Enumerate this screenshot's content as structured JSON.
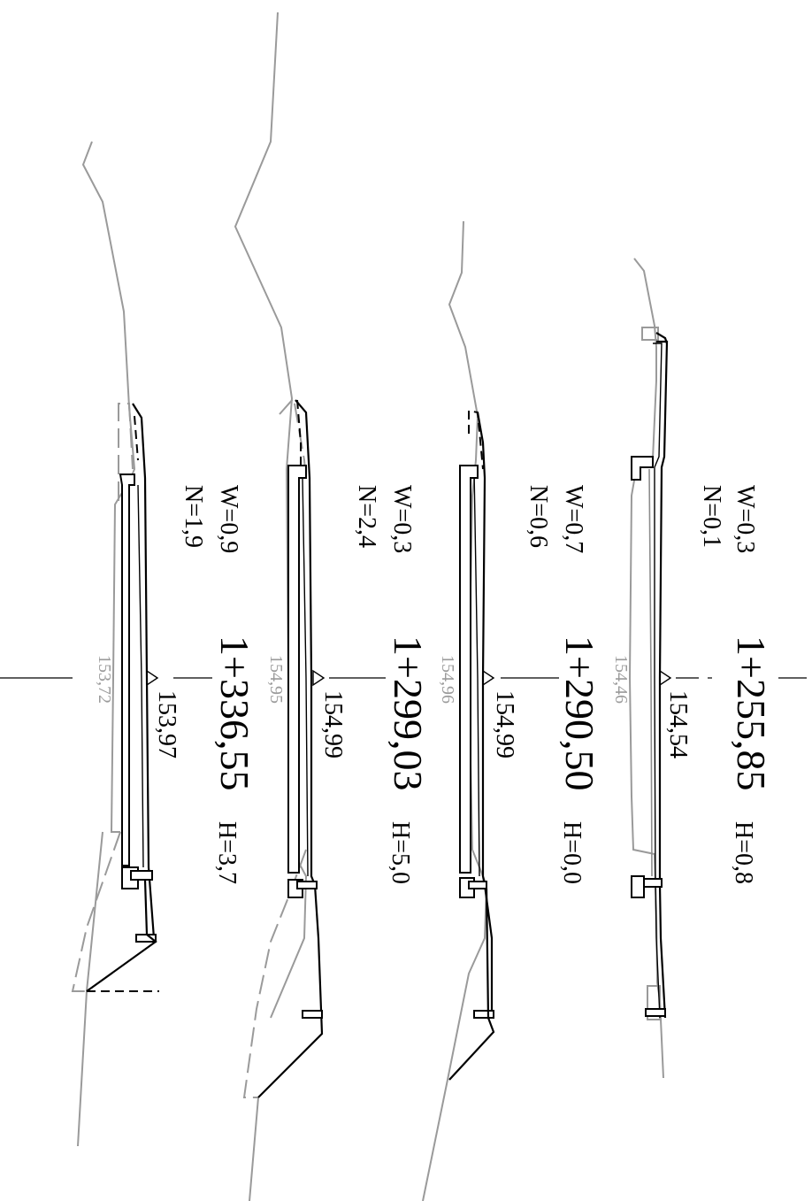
{
  "sections": [
    {
      "station": "1+255,85",
      "elevation_axis": "154,54",
      "elevation_ground": "154,46",
      "area_w": "W=0,3",
      "area_n": "N=0,1",
      "height": "H=0,8"
    },
    {
      "station": "1+290,50",
      "elevation_axis": "154,99",
      "elevation_ground": "154,96",
      "area_w": "W=0,7",
      "area_n": "N=0,6",
      "height": "H=0,0"
    },
    {
      "station": "1+299,03",
      "elevation_axis": "154,99",
      "elevation_ground": "154,95",
      "area_w": "W=0,3",
      "area_n": "N=2,4",
      "height": "H=5,0"
    },
    {
      "station": "1+336,55",
      "elevation_axis": "153,97",
      "elevation_ground": "153,72",
      "area_w": "W=0,9",
      "area_n": "N=1,9",
      "height": "H=3,7"
    }
  ],
  "colors": {
    "line": "#000000",
    "terrain": "#9a9a9a",
    "background": "#ffffff"
  }
}
